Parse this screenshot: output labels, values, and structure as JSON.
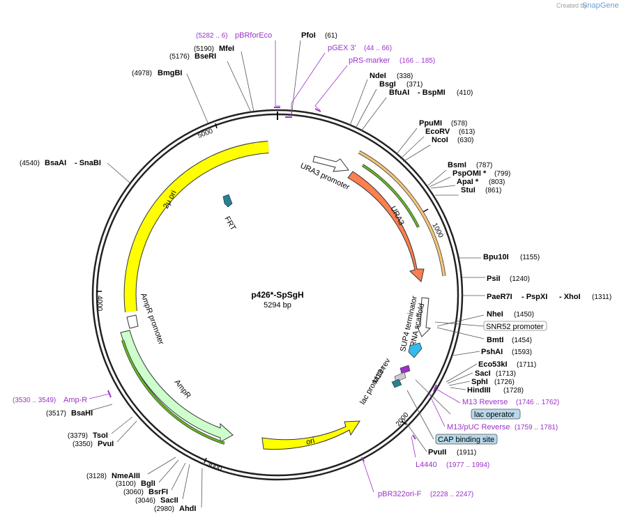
{
  "brand": {
    "created_by": "Created by",
    "name": "SnapGene"
  },
  "plasmid": {
    "name": "p426*-SpSgH",
    "length": "5294 bp"
  },
  "tick_labels": [
    "1000",
    "2000",
    "3000",
    "4000",
    "5000"
  ],
  "features": {
    "ura3_promoter": "URA3 promoter",
    "ura3": "URA3",
    "frt": "FRT",
    "two_mu_ori": "2μ ori",
    "ampr_promoter": "AmpR promoter",
    "ampr": "AmpR",
    "ori": "ori",
    "sup4": "SUP4 terminator",
    "grna": "gRNA scaffold",
    "m13rev": "M13 rev",
    "lac_promoter": "lac promoter"
  },
  "sites_right": [
    {
      "name": "PfoI",
      "pos": "(61)"
    },
    {
      "name": "NdeI",
      "pos": "(338)"
    },
    {
      "name": "BsgI",
      "pos": "(371)"
    },
    {
      "name": "BfuAI",
      "pos": ""
    },
    {
      "name": "- BspMI",
      "pos": "(410)"
    },
    {
      "name": "PpuMI",
      "pos": "(578)"
    },
    {
      "name": "EcoRV",
      "pos": "(613)"
    },
    {
      "name": "NcoI",
      "pos": "(630)"
    },
    {
      "name": "BsmI",
      "pos": "(787)"
    },
    {
      "name": "PspOMI *",
      "pos": "(799)"
    },
    {
      "name": "ApaI *",
      "pos": "(803)"
    },
    {
      "name": "StuI",
      "pos": "(861)"
    },
    {
      "name": "Bpu10I",
      "pos": "(1155)"
    },
    {
      "name": "PsiI",
      "pos": "(1240)"
    },
    {
      "name": "PaeR7I",
      "pos": ""
    },
    {
      "name": "- PspXI",
      "pos": ""
    },
    {
      "name": "- XhoI",
      "pos": "(1311)"
    },
    {
      "name": "NheI",
      "pos": "(1450)"
    },
    {
      "name": "BmtI",
      "pos": "(1454)"
    },
    {
      "name": "PshAI",
      "pos": "(1593)"
    },
    {
      "name": "Eco53kI",
      "pos": "(1711)"
    },
    {
      "name": "SacI",
      "pos": "(1713)"
    },
    {
      "name": "SphI",
      "pos": "(1726)"
    },
    {
      "name": "HindIII",
      "pos": "(1728)"
    },
    {
      "name": "PvuII",
      "pos": "(1911)"
    }
  ],
  "sites_left": [
    {
      "name": "MfeI",
      "pos": "(5190)"
    },
    {
      "name": "BseRI",
      "pos": "(5176)"
    },
    {
      "name": "BmgBI",
      "pos": "(4978)"
    },
    {
      "name": "BsaAI",
      "pos": "(4540)"
    },
    {
      "name": "- SnaBI",
      "pos": ""
    },
    {
      "name": "BsaHI",
      "pos": "(3517)"
    },
    {
      "name": "TsoI",
      "pos": "(3379)"
    },
    {
      "name": "PvuI",
      "pos": "(3350)"
    },
    {
      "name": "NmeAIII",
      "pos": "(3128)"
    },
    {
      "name": "BglI",
      "pos": "(3100)"
    },
    {
      "name": "BsrFI",
      "pos": "(3060)"
    },
    {
      "name": "SacII",
      "pos": "(3046)"
    },
    {
      "name": "AhdI",
      "pos": "(2980)"
    }
  ],
  "primers": [
    {
      "name": "pBRforEco",
      "pos": "(5282 .. 6)"
    },
    {
      "name": "pGEX 3'",
      "pos": "(44 .. 66)"
    },
    {
      "name": "pRS-marker",
      "pos": "(166 .. 185)"
    },
    {
      "name": "M13 Reverse",
      "pos": "(1746 .. 1762)"
    },
    {
      "name": "M13/pUC Reverse",
      "pos": "(1759 .. 1781)"
    },
    {
      "name": "L4440",
      "pos": "(1977 .. 1994)"
    },
    {
      "name": "pBR322ori-F",
      "pos": "(2228 .. 2247)"
    },
    {
      "name": "Amp-R",
      "pos": "(3530 .. 3549)"
    }
  ],
  "boxed": {
    "snr52": "SNR52 promoter",
    "lac_operator": "lac operator",
    "cap_site": "CAP binding site"
  },
  "colors": {
    "backbone": "#222222",
    "yellow": "#ffff00",
    "ura3": "#ff7f50",
    "ampr": "#ccffcc",
    "frt": "#2a7f91",
    "grna": "#33bbee",
    "primer": "#9b30c8",
    "orange_primer": "#f5a623",
    "green_primer": "#66bb22"
  }
}
